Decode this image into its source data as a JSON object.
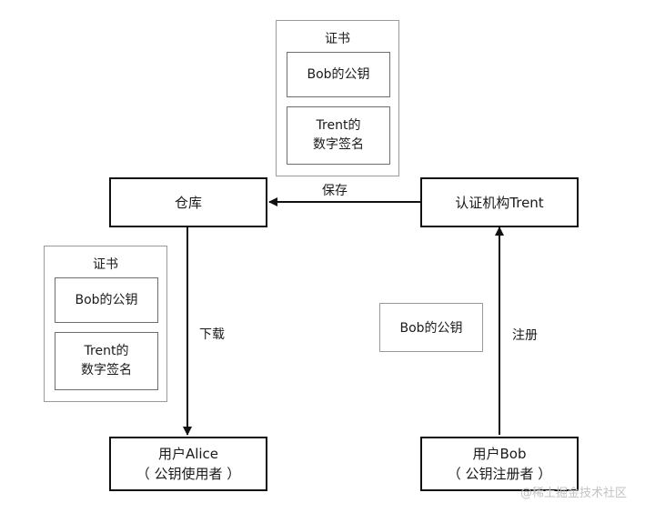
{
  "certificate_top": {
    "title": "证书",
    "public_key": "Bob的公钥",
    "signature_line1": "Trent的",
    "signature_line2": "数字签名"
  },
  "certificate_left": {
    "title": "证书",
    "public_key": "Bob的公钥",
    "signature_line1": "Trent的",
    "signature_line2": "数字签名"
  },
  "nodes": {
    "repository": "仓库",
    "ca": "认证机构Trent",
    "alice_line1": "用户Alice",
    "alice_line2": "（ 公钥使用者 ）",
    "bob_line1": "用户Bob",
    "bob_line2": "（ 公钥注册者 ）"
  },
  "loose_key": "Bob的公钥",
  "edges": {
    "save": "保存",
    "download": "下载",
    "register": "注册"
  },
  "watermark": "@稀土掘金技术社区"
}
